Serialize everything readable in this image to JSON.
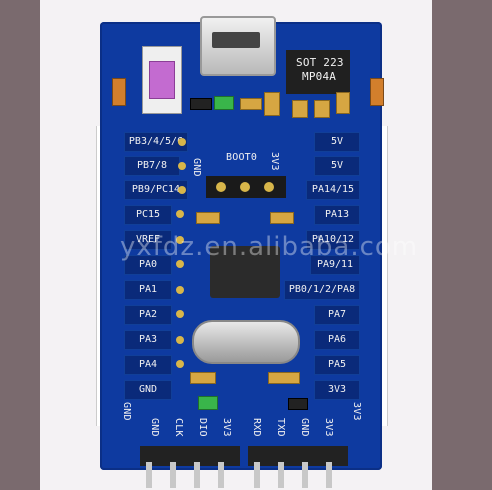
{
  "left_labels": [
    "PB3/4/5/6",
    "PB7/8",
    "PB9/PC14",
    "PC15",
    "VREF",
    "PA0",
    "PA1",
    "PA2",
    "PA3",
    "PA4",
    "GND"
  ],
  "right_labels": [
    "5V",
    "5V",
    "PA14/15",
    "PA13",
    "PA10/12",
    "PA9/11",
    "PB0/1/2/PA8",
    "PA7",
    "PA6",
    "PA5",
    "3V3"
  ],
  "top_header": {
    "gnd": "GND",
    "boot": "BOOT0",
    "v33": "3V3"
  },
  "regulator": {
    "line1": "SOT 223",
    "line2": "MP04A"
  },
  "bottom_left": [
    "GND",
    "CLK",
    "DIO",
    "3V3"
  ],
  "bottom_right": [
    "RXD",
    "TXD",
    "GND",
    "3V3"
  ],
  "corner_left": "GND",
  "corner_right": "3V3",
  "watermark": "yxfdz.en.alibaba.com"
}
